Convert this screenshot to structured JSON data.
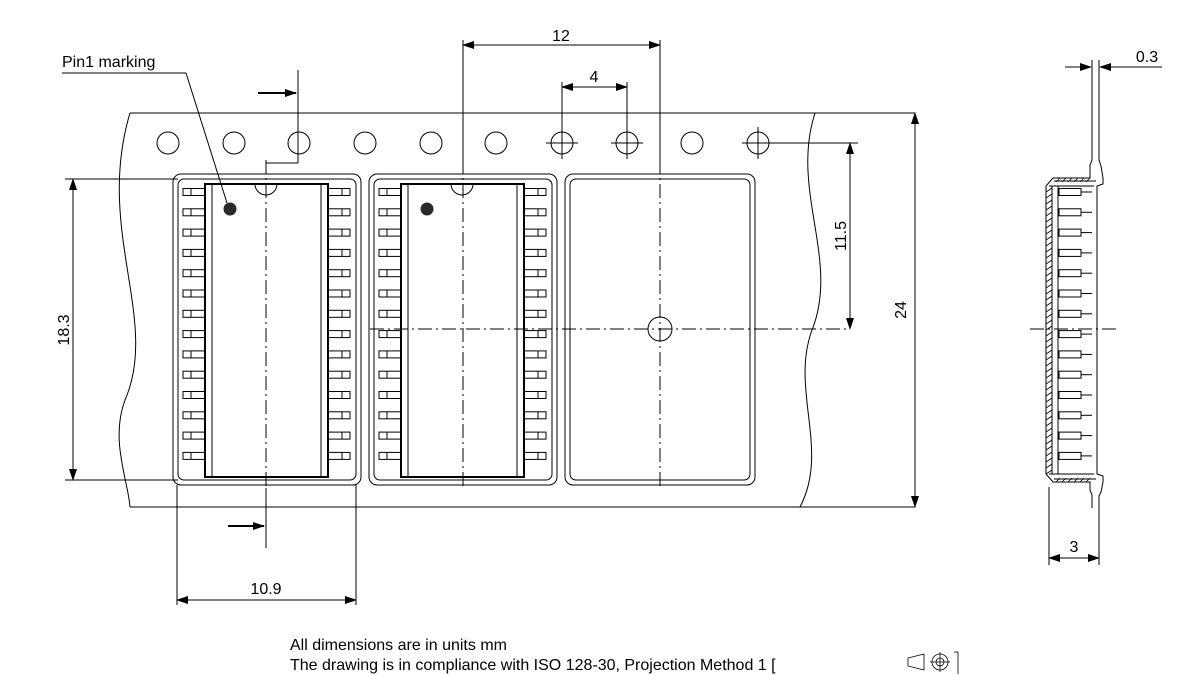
{
  "labels": {
    "pin1_marking": "Pin1 marking"
  },
  "dimensions": {
    "hole_pitch_12": "12",
    "hole_pitch_4": "4",
    "offset_11_5": "11.5",
    "tape_width_24": "24",
    "tray_height_18_3": "18.3",
    "pocket_width_10_9": "10.9",
    "thickness_0_3": "0.3",
    "depth_3": "3"
  },
  "notes": {
    "units": "All dimensions are in units mm",
    "compliance": "The drawing is in compliance with ISO 128-30, Projection Method 1 ["
  },
  "colors": {
    "line": "#000000",
    "pin_marker": "#2a2a2a",
    "background": "#ffffff"
  }
}
